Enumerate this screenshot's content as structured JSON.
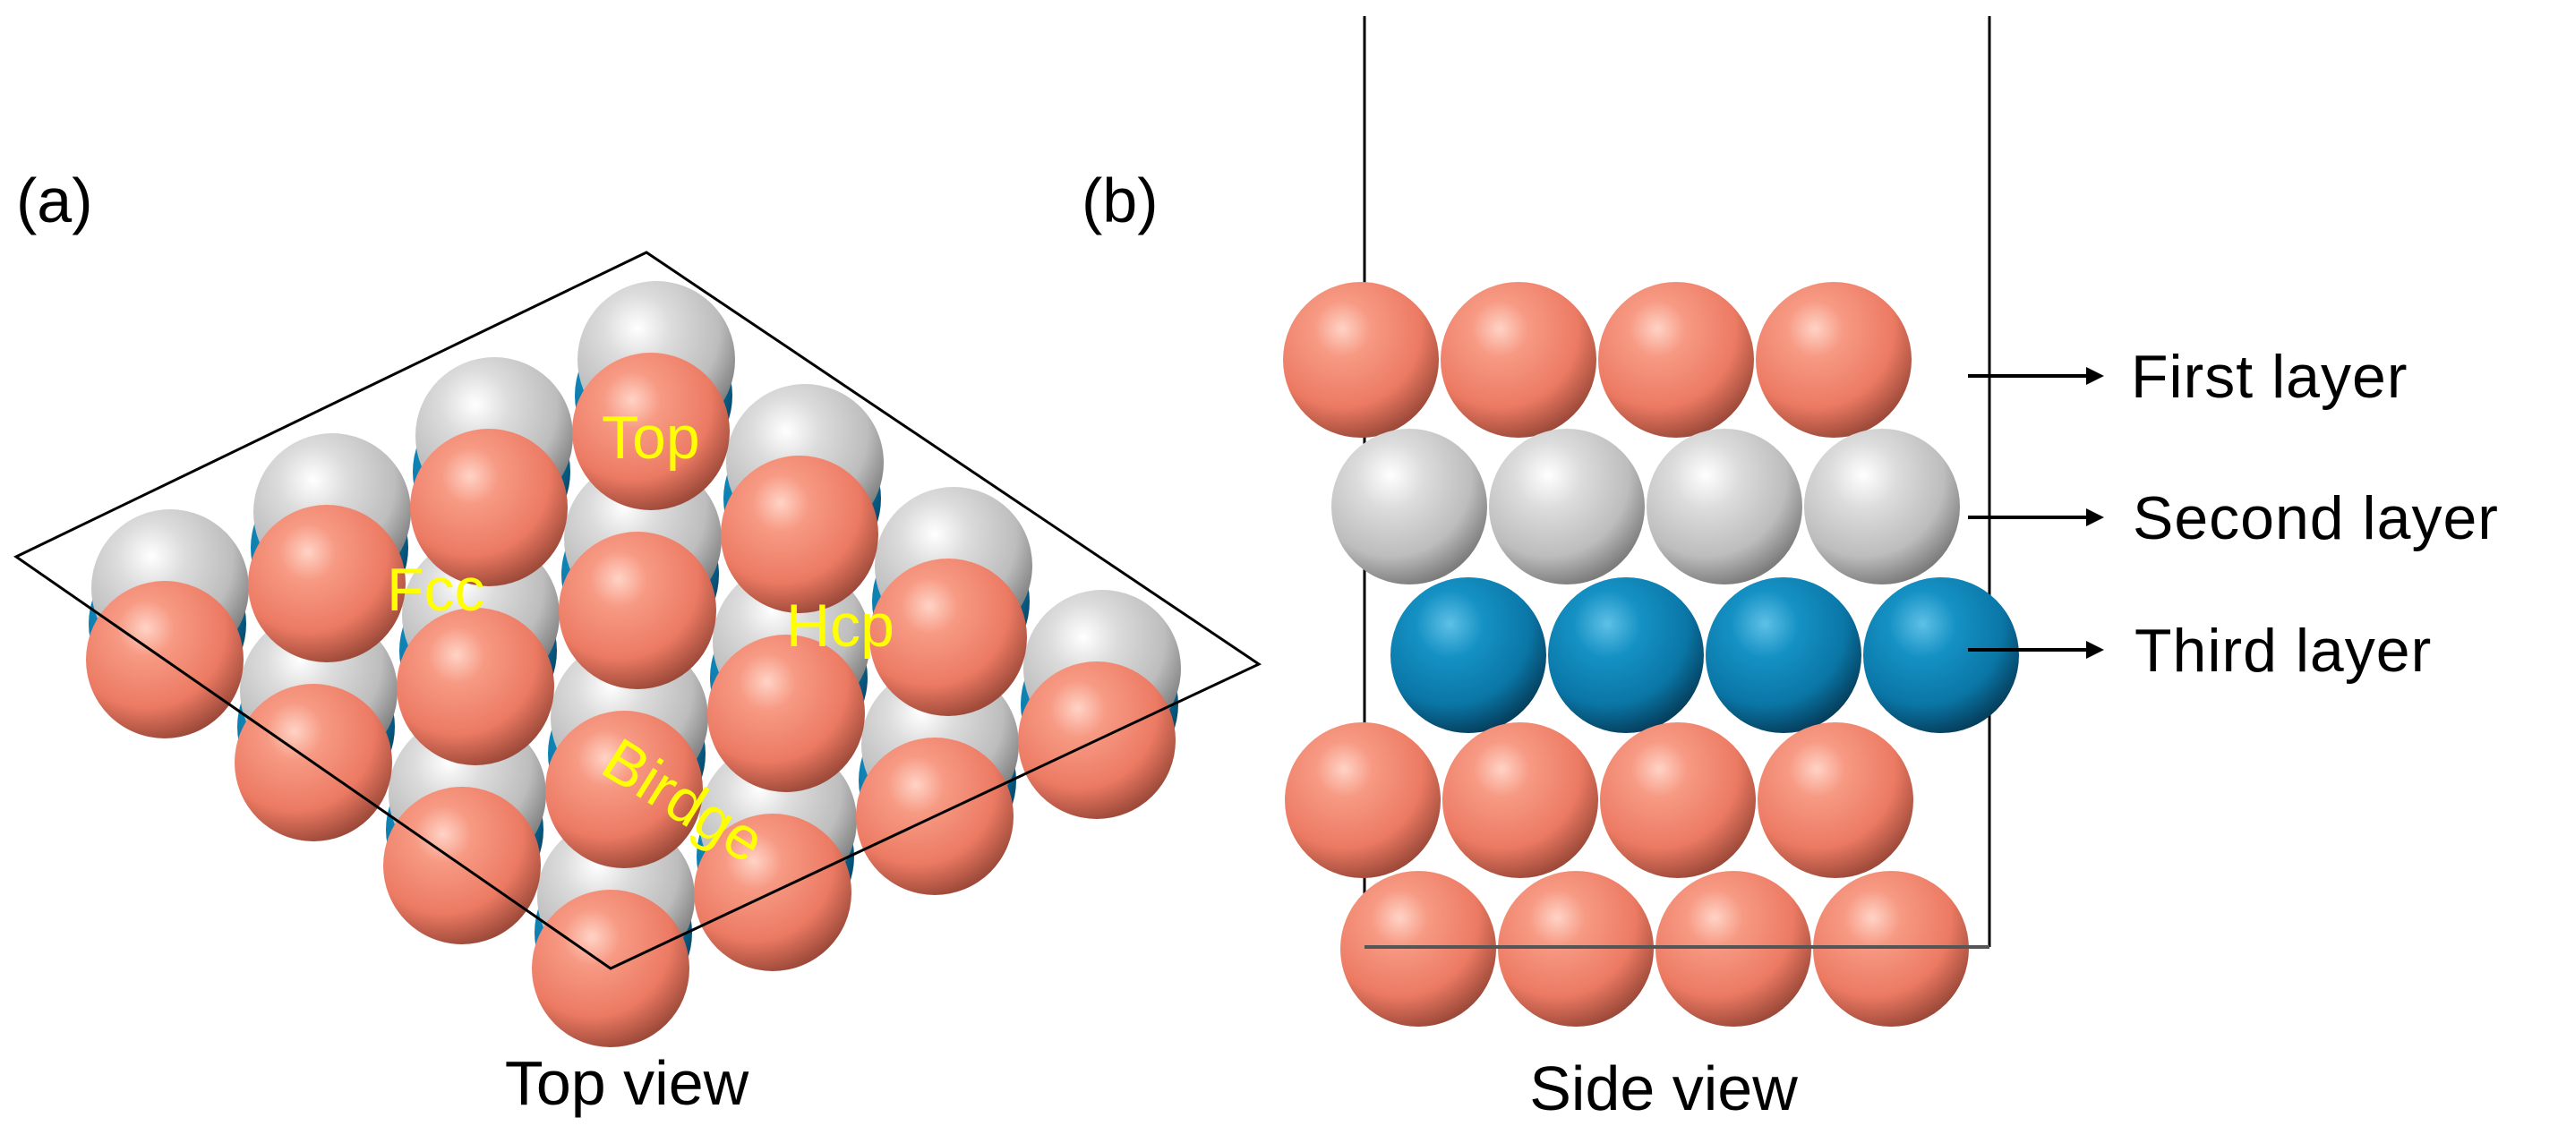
{
  "panels": {
    "a": {
      "label": "(a)",
      "caption": "Top view"
    },
    "b": {
      "label": "(b)",
      "caption": "Side view"
    }
  },
  "site_labels": {
    "top": "Top",
    "fcc": "Fcc",
    "hcp": "Hcp",
    "bridge": "Birdge"
  },
  "layer_labels": {
    "first": "First layer",
    "second": "Second layer",
    "third": "Third layer"
  },
  "colors": {
    "first_layer": "#f07f68",
    "second_layer": "#c8c8c8",
    "third_layer": "#0b7fb0",
    "site_label": "#ffff00",
    "background": "#ffffff"
  }
}
